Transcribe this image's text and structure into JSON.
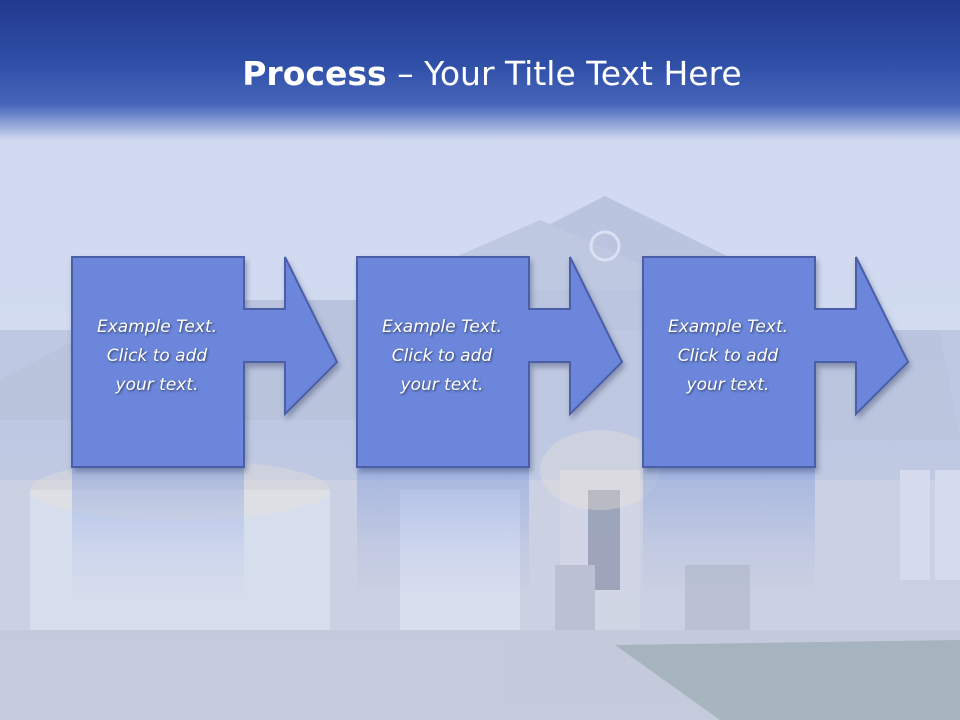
{
  "slide": {
    "title_bold": "Process",
    "title_rest": " – Your Title Text Here",
    "steps": [
      {
        "line1": "Example Text.",
        "line2": "Click  to add",
        "line3": "your text."
      },
      {
        "line1": "Example Text.",
        "line2": "Click  to add",
        "line3": "your text."
      },
      {
        "line1": "Example Text.",
        "line2": "Click  to add",
        "line3": "your text."
      }
    ]
  },
  "colors": {
    "header": "#2a449c",
    "arrow_fill": "#6b86da",
    "arrow_stroke": "#4a5fa8",
    "background": "#d6def0"
  },
  "icons": {
    "background_image": "house-photo-icon"
  }
}
